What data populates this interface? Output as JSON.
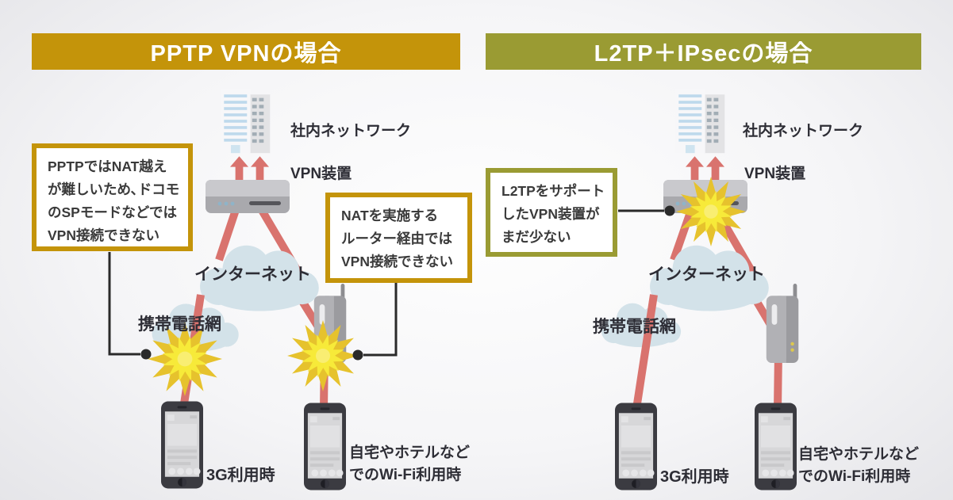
{
  "colors": {
    "header_gold": "#c4940a",
    "header_olive": "#9a9b33",
    "header_text": "#ffffff",
    "connection_red": "#d9736e",
    "cloud_blue": "#d3e2e9",
    "star_outer": "#e6c22d",
    "star_inner": "#f7ea39",
    "callout_border_gold": "#c4940a",
    "callout_border_olive": "#9a9b33"
  },
  "icons": {
    "building": "office-building",
    "vpn_device": "flat-network-appliance",
    "cloud": "cloud-shape",
    "router": "wifi-router",
    "phone": "smartphone",
    "starburst": "conflict-burst",
    "arrow_up": "red-up-arrow",
    "connector_dot": "black-dot"
  },
  "left_panel": {
    "title": "PPTP VPNの場合",
    "labels": {
      "corporate_network": "社内ネットワーク",
      "vpn_device": "VPN装置",
      "internet": "インターネット",
      "mobile_network": "携帯電話網",
      "phone_3g": "3G利用時",
      "phone_wifi_line1": "自宅やホテルなど",
      "phone_wifi_line2": "でのWi-Fi利用時"
    },
    "callout_pptp": {
      "line1": "PPTPではNAT越え",
      "line2": "が難しいため､ドコモ",
      "line3": "のSPモードなどでは",
      "line4": "VPN接続できない"
    },
    "callout_nat": {
      "line1": "NATを実施する",
      "line2": "ルーター経由では",
      "line3": "VPN接続できない"
    }
  },
  "right_panel": {
    "title": "L2TP＋IPsecの場合",
    "labels": {
      "corporate_network": "社内ネットワーク",
      "vpn_device": "VPN装置",
      "internet": "インターネット",
      "mobile_network": "携帯電話網",
      "phone_3g": "3G利用時",
      "phone_wifi_line1": "自宅やホテルなど",
      "phone_wifi_line2": "でのWi-Fi利用時"
    },
    "callout_l2tp": {
      "line1": "L2TPをサポート",
      "line2": "したVPN装置が",
      "line3": "まだ少ない"
    }
  }
}
